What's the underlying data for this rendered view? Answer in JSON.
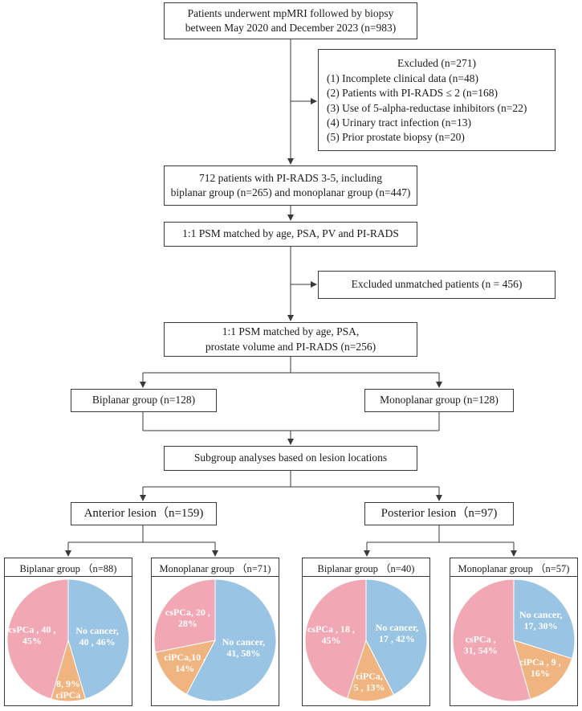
{
  "flow": {
    "start": {
      "line1": "Patients underwent mpMRI followed by biopsy",
      "line2": "between May 2020 and December 2023 (n=983)"
    },
    "excluded": {
      "title": "Excluded (n=271)",
      "items": [
        "(1) Incomplete clinical data (n=48)",
        "(2) Patients with PI-RADS ≤ 2 (n=168)",
        "(3) Use of 5-alpha-reductase inhibitors  (n=22)",
        "(4) Urinary tract infection (n=13)",
        "(5) Prior prostate biopsy (n=20)"
      ]
    },
    "pirads": {
      "line1": "712 patients with PI-RADS 3-5, including",
      "line2": "biplanar group (n=265) and monoplanar group (n=447)"
    },
    "psm1": "1:1 PSM matched by age, PSA, PV and PI-RADS",
    "unmatched": "Excluded unmatched patients (n = 456)",
    "psm2": {
      "line1": "1:1 PSM matched by age, PSA,",
      "line2": "prostate volume and PI-RADS (n=256)"
    },
    "biplanar": "Biplanar group (n=128)",
    "monoplanar": "Monoplanar group (n=128)",
    "subgroup": "Subgroup analyses based on lesion locations",
    "anterior": "Anterior lesion（n=159)",
    "posterior": "Posterior lesion（n=97)"
  },
  "colors": {
    "no_cancer": "#9ac4e3",
    "cspca": "#f2a7b5",
    "cipca": "#efb47f",
    "line": "#3a3a3a"
  },
  "chart_data": [
    {
      "type": "pie",
      "title": "Biplanar group （n=88)",
      "slices": [
        {
          "name": "No cancer",
          "value": 40,
          "pct": 46,
          "label": [
            "No cancer,",
            "40 , 46%"
          ]
        },
        {
          "name": "ciPCa",
          "value": 8,
          "pct": 9,
          "label": [
            "8, 9%",
            "ciPCa"
          ]
        },
        {
          "name": "csPCa",
          "value": 40,
          "pct": 45,
          "label": [
            "csPCa , 40 ,",
            "45%"
          ]
        }
      ]
    },
    {
      "type": "pie",
      "title": "Monoplanar group （n=71)",
      "slices": [
        {
          "name": "No cancer",
          "value": 41,
          "pct": 58,
          "label": [
            "No cancer,",
            "41, 58%"
          ]
        },
        {
          "name": "ciPCa",
          "value": 10,
          "pct": 14,
          "label": [
            "ciPCa,10 ,",
            "14%"
          ]
        },
        {
          "name": "csPCa",
          "value": 20,
          "pct": 28,
          "label": [
            "csPCa, 20 ,",
            "28%"
          ]
        }
      ]
    },
    {
      "type": "pie",
      "title": "Biplanar group （n=40)",
      "slices": [
        {
          "name": "No cancer",
          "value": 17,
          "pct": 42,
          "label": [
            "No cancer,",
            "17 , 42%"
          ]
        },
        {
          "name": "ciPCa",
          "value": 5,
          "pct": 13,
          "label": [
            "ciPCa,",
            "5 , 13%"
          ]
        },
        {
          "name": "csPCa",
          "value": 18,
          "pct": 45,
          "label": [
            "csPCa , 18 ,",
            "45%"
          ]
        }
      ]
    },
    {
      "type": "pie",
      "title": "Monoplanar group （n=57)",
      "slices": [
        {
          "name": "No cancer",
          "value": 17,
          "pct": 30,
          "label": [
            "No cancer,",
            "17, 30%"
          ]
        },
        {
          "name": "ciPCa",
          "value": 9,
          "pct": 16,
          "label": [
            "ciPCa , 9 ,",
            "16%"
          ]
        },
        {
          "name": "csPCa",
          "value": 31,
          "pct": 54,
          "label": [
            "csPCa ,",
            "31, 54%"
          ]
        }
      ]
    }
  ]
}
